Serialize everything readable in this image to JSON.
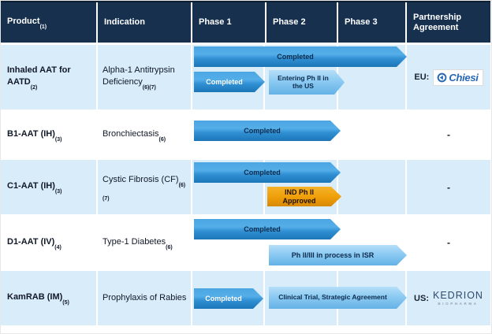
{
  "header": {
    "columns": [
      {
        "label": "Product",
        "sub": "(1)"
      },
      {
        "label": "Indication",
        "sub": ""
      },
      {
        "label": "Phase 1",
        "sub": ""
      },
      {
        "label": "Phase 2",
        "sub": ""
      },
      {
        "label": "Phase 3",
        "sub": ""
      },
      {
        "label": "Partnership Agreement",
        "sub": ""
      }
    ]
  },
  "rows": [
    {
      "product": "Inhaled AAT for AATD",
      "product_sub": "(2)",
      "indication": "Alpha-1 Antitrypsin Deficiency",
      "indication_sub": "(6)(7)",
      "arrows": [
        {
          "label": "Completed",
          "phases": "Phase 1 - Phase 3",
          "style": "blue-dark-text"
        },
        {
          "label": "Completed",
          "phases": "Phase 1",
          "style": "blue-white-text"
        },
        {
          "label": "Entering Ph II in the US",
          "phases": "Phase 2",
          "style": "light-blue"
        }
      ],
      "partnership": {
        "region": "EU:",
        "logo": "Chiesi"
      }
    },
    {
      "product": "B1-AAT (IH)",
      "product_sub": "(3)",
      "indication": "Bronchiectasis",
      "indication_sub": "(6)",
      "arrows": [
        {
          "label": "Completed",
          "phases": "Phase 1 - Phase 2",
          "style": "blue-dark-text"
        }
      ],
      "partnership": {
        "value": "-"
      }
    },
    {
      "product": "C1-AAT (IH)",
      "product_sub": "(3)",
      "indication": "Cystic Fibrosis (CF)",
      "indication_sub": "(6)(7)",
      "arrows": [
        {
          "label": "Completed",
          "phases": "Phase 1 - Phase 2",
          "style": "blue-dark-text"
        },
        {
          "label": "IND Ph II Approved",
          "phases": "Phase 2",
          "style": "orange"
        }
      ],
      "partnership": {
        "value": "-"
      }
    },
    {
      "product": "D1-AAT (IV)",
      "product_sub": "(4)",
      "indication": "Type-1 Diabetes",
      "indication_sub": "(6)",
      "arrows": [
        {
          "label": "Completed",
          "phases": "Phase 1 - Phase 2",
          "style": "blue-dark-text"
        },
        {
          "label": "Ph II/III in process in ISR",
          "phases": "Phase 2 - Phase 3",
          "style": "light-blue"
        }
      ],
      "partnership": {
        "value": "-"
      }
    },
    {
      "product": "KamRAB (IM)",
      "product_sub": "(5)",
      "indication": "Prophylaxis of Rabies",
      "indication_sub": "",
      "arrows": [
        {
          "label": "Completed",
          "phases": "Phase 1",
          "style": "blue-white-text"
        },
        {
          "label": "Clinical Trial, Strategic Agreement",
          "phases": "Phase 2 - Phase 3",
          "style": "light-blue"
        }
      ],
      "partnership": {
        "region": "US:",
        "logo_line1": "KEDRION",
        "logo_line2": "BIOPHARMA"
      }
    }
  ],
  "colors": {
    "header_bg": "#16304E",
    "row_highlight": "#D9ECFA",
    "arrow_blue": "#2F8FD2",
    "arrow_light_blue": "#8CCAF2",
    "arrow_orange": "#EE9E08",
    "chiesi_blue": "#2667B5",
    "kedrion_navy": "#2E4A6B"
  }
}
